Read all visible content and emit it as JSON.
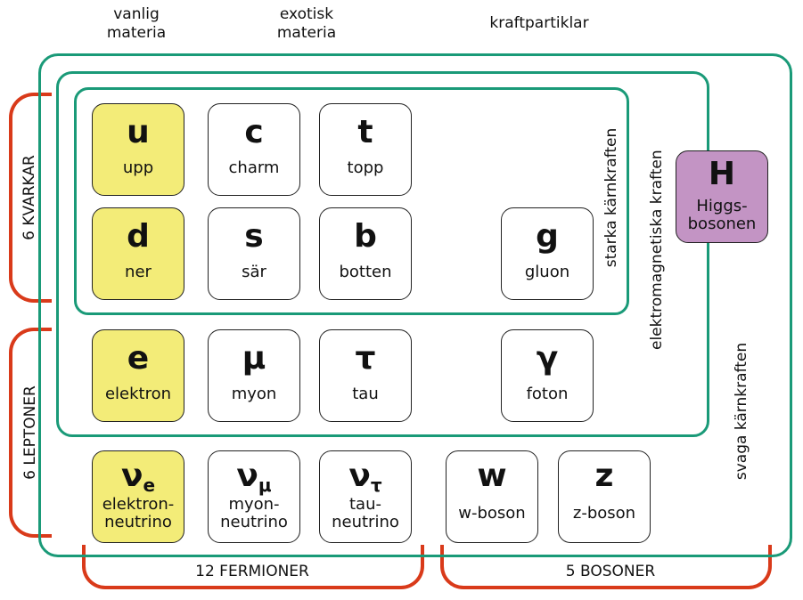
{
  "columns": {
    "ordinary": "vanlig\nmateria",
    "exotic": "exotisk\nmateria",
    "force": "kraftpartiklar"
  },
  "forces": {
    "strong": "starka kärnkraften",
    "em": "elektromagnetiska kraften",
    "weak": "svaga kärnkraften"
  },
  "groups": {
    "quarks": "6  KVARKAR",
    "leptons": "6  LEPTONER",
    "fermions": "12  FERMIONER",
    "bosons": "5  BOSONER"
  },
  "particles": {
    "u": {
      "symbol": "u",
      "name": "upp"
    },
    "c": {
      "symbol": "c",
      "name": "charm"
    },
    "t": {
      "symbol": "t",
      "name": "topp"
    },
    "d": {
      "symbol": "d",
      "name": "ner"
    },
    "s": {
      "symbol": "s",
      "name": "sär"
    },
    "b": {
      "symbol": "b",
      "name": "botten"
    },
    "g": {
      "symbol": "g",
      "name": "gluon"
    },
    "e": {
      "symbol": "e",
      "name": "elektron"
    },
    "mu": {
      "symbol": "μ",
      "name": "myon"
    },
    "tau": {
      "symbol": "τ",
      "name": "tau"
    },
    "gamma": {
      "symbol": "γ",
      "name": "foton"
    },
    "H": {
      "symbol": "H",
      "name": "Higgs-\nbosonen"
    },
    "ve": {
      "symbol": "ν",
      "sub": "e",
      "name": "elektron-\nneutrino"
    },
    "vmu": {
      "symbol": "ν",
      "sub": "μ",
      "name": "myon-\nneutrino"
    },
    "vtau": {
      "symbol": "ν",
      "sub": "τ",
      "name": "tau-\nneutrino"
    },
    "w": {
      "symbol": "w",
      "name": "w-boson"
    },
    "z": {
      "symbol": "z",
      "name": "z-boson"
    }
  },
  "colors": {
    "frame": "#1a9a78",
    "bracket": "#d93a1a",
    "ordinary": "#f3ec78",
    "higgs": "#c394c4"
  }
}
